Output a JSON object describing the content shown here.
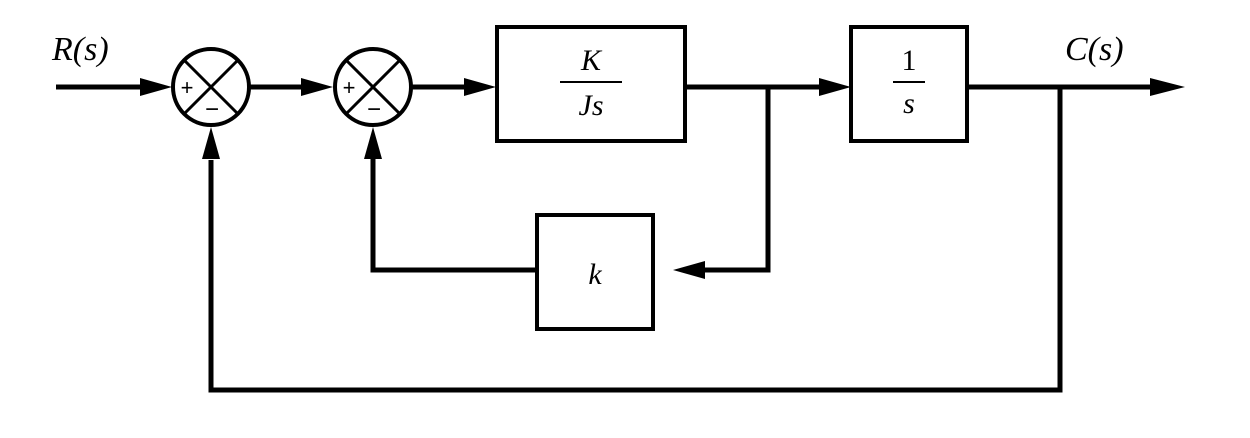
{
  "signals": {
    "input": "R(s)",
    "output": "C(s)"
  },
  "blocks": {
    "forward_gain": {
      "numerator": "K",
      "denominator": "Js"
    },
    "integrator": {
      "numerator": "1",
      "denominator": "s"
    },
    "feedback_gain": {
      "label": "k"
    }
  },
  "summing_junctions": [
    {
      "plus": "+",
      "minus": "−"
    },
    {
      "plus": "+",
      "minus": "−"
    }
  ]
}
